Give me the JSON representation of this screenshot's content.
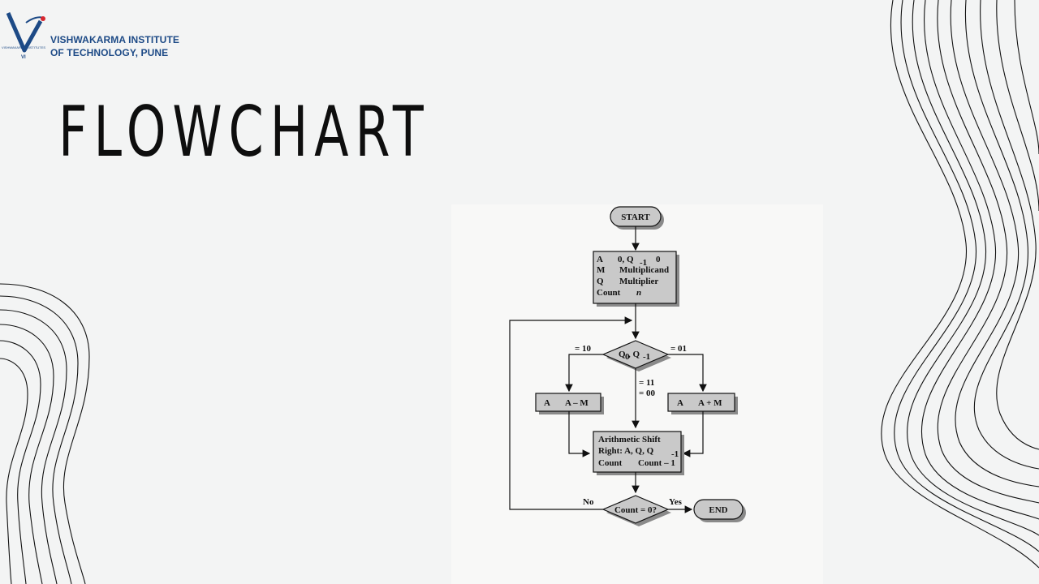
{
  "logo": {
    "small_text": "VISHWAKARMA INSTITUTES",
    "line1": "VISHWAKARMA INSTITUTE",
    "line2": "OF TECHNOLOGY, PUNE"
  },
  "slide": {
    "title": "FLOWCHART"
  },
  "flowchart": {
    "start": "START",
    "init": {
      "a": "A",
      "a_val": "0, Q",
      "a_sub": "-1",
      "a_end": "0",
      "m": "M",
      "m_val": "Multiplicand",
      "q": "Q",
      "q_val": "Multiplier",
      "count": "Count",
      "count_val": "n"
    },
    "decision": {
      "q0": "Q",
      "q0_sub": "0",
      "q1": ", Q",
      "q1_sub": "-1"
    },
    "branch_left": "= 10",
    "branch_right": "= 01",
    "branch_mid1": "= 11",
    "branch_mid2": "= 00",
    "sub_box": {
      "a": "A",
      "expr": "A – M"
    },
    "add_box": {
      "a": "A",
      "expr": "A + M"
    },
    "shift": {
      "line1": "Arithmetic Shift",
      "line2": "Right: A, Q, Q",
      "line2_sub": "-1",
      "count": "Count",
      "count_expr": "Count – 1"
    },
    "check": "Count = 0?",
    "no": "No",
    "yes": "Yes",
    "end": "END"
  },
  "colors": {
    "logo_blue": "#1d4a86",
    "logo_red": "#d8262e",
    "box_fill": "#c9c9c9",
    "shadow": "#8a8a8a"
  }
}
